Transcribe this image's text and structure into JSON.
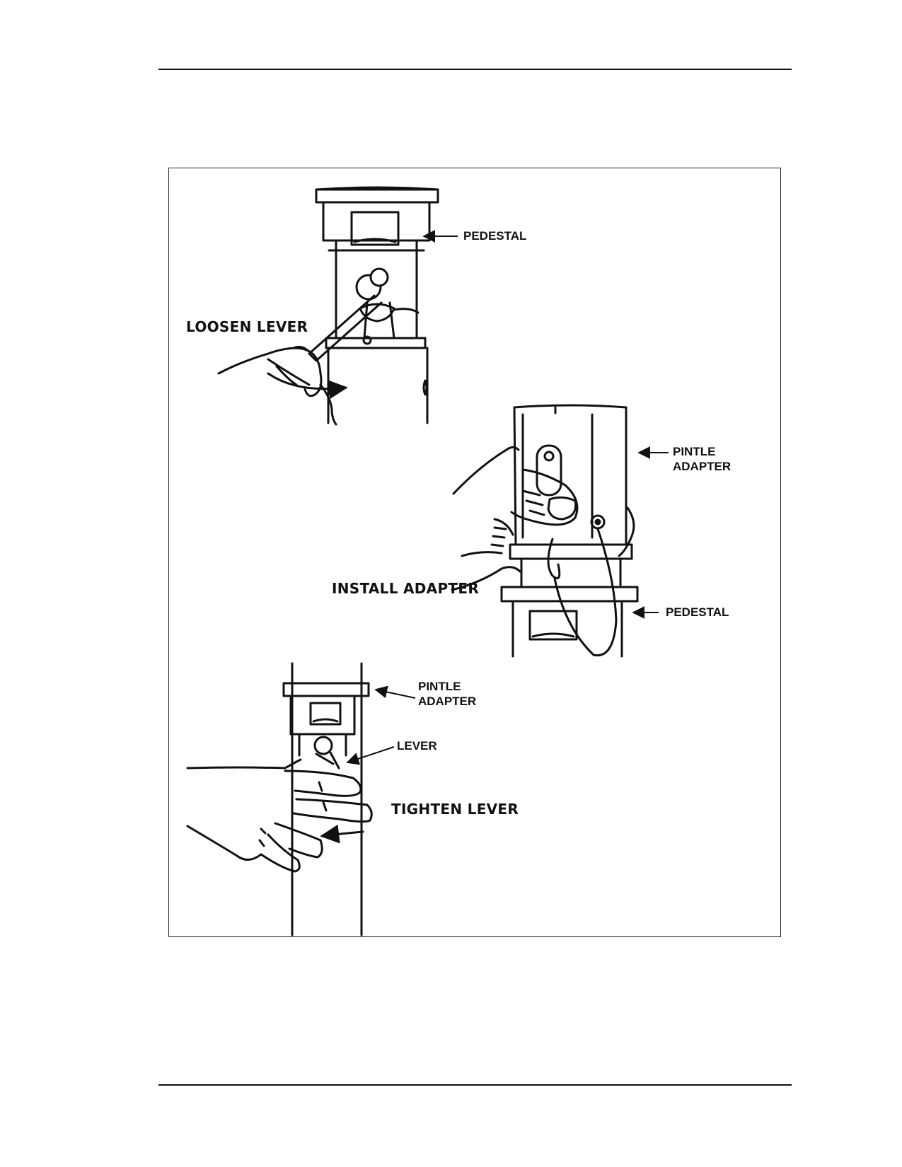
{
  "labels": {
    "pedestal_top": "PEDESTAL",
    "loosen_lever": "LOOSEN LEVER",
    "pintle_adapter_mid_line1": "PINTLE",
    "pintle_adapter_mid_line2": "ADAPTER",
    "install_adapter": "INSTALL ADAPTER",
    "pedestal_mid": "PEDESTAL",
    "pintle_adapter_bottom_line1": "PINTLE",
    "pintle_adapter_bottom_line2": "ADAPTER",
    "lever": "LEVER",
    "tighten_lever": "TIGHTEN LEVER"
  }
}
